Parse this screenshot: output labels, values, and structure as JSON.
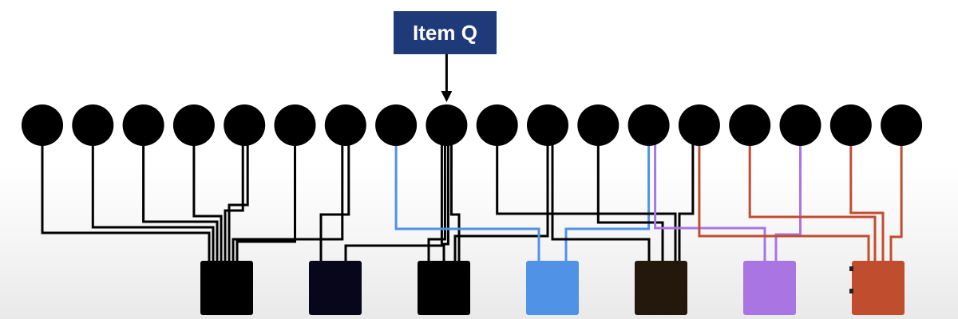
{
  "label": {
    "text": "Item Q"
  },
  "colors": {
    "node": "#000000",
    "arrow": "#000000",
    "label_bg": "#1f3a78",
    "groups": [
      "#000000",
      "#07061a",
      "#000000",
      "#4f92e6",
      "#24180c",
      "#a875e3",
      "#c14d2f"
    ],
    "wire_blue": "#4f92e6",
    "wire_purple": "#a875e3",
    "wire_red": "#c14d2f",
    "wire_black": "#000000"
  },
  "diagram": {
    "node_count": 18,
    "group_count": 7,
    "pointer_target_node": 9
  }
}
